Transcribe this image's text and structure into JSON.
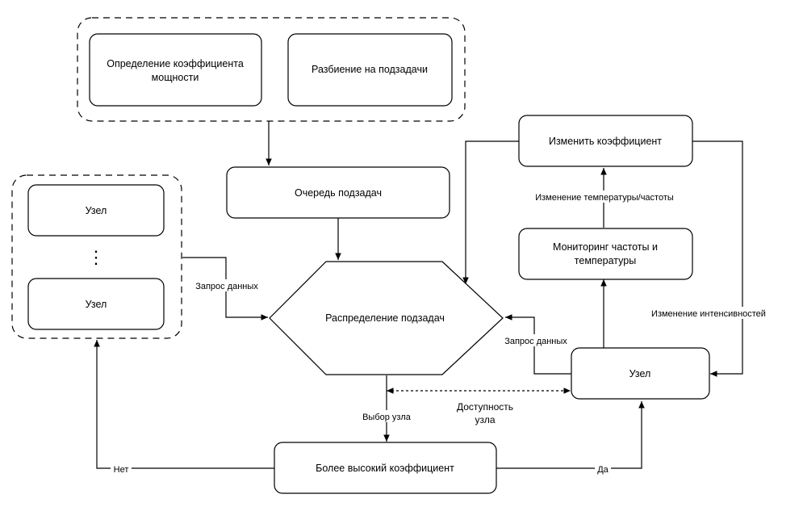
{
  "nodes": {
    "power_coef": [
      "Определение коэффициента",
      "мощности"
    ],
    "split": "Разбиение на подзадачи",
    "queue": "Очередь подзадач",
    "distribute": "Распределение подзадач",
    "node_top": "Узел",
    "node_bottom": "Узел",
    "ellipsis": "⋮",
    "change_coef": "Изменить коэффициент",
    "monitoring": [
      "Мониторинг частоты и",
      "температуры"
    ],
    "node_right": "Узел",
    "higher_coef": "Более высокий коэффициент"
  },
  "edges": {
    "data_request_left": "Запрос данных",
    "data_request_right": "Запрос данных",
    "temp_freq_change": "Изменение температуры/частоты",
    "intensity_change": "Изменение интенсивностей",
    "node_availability": [
      "Доступность",
      "узла"
    ],
    "node_choice": "Выбор узла",
    "no": "Нет",
    "yes": "Да"
  }
}
